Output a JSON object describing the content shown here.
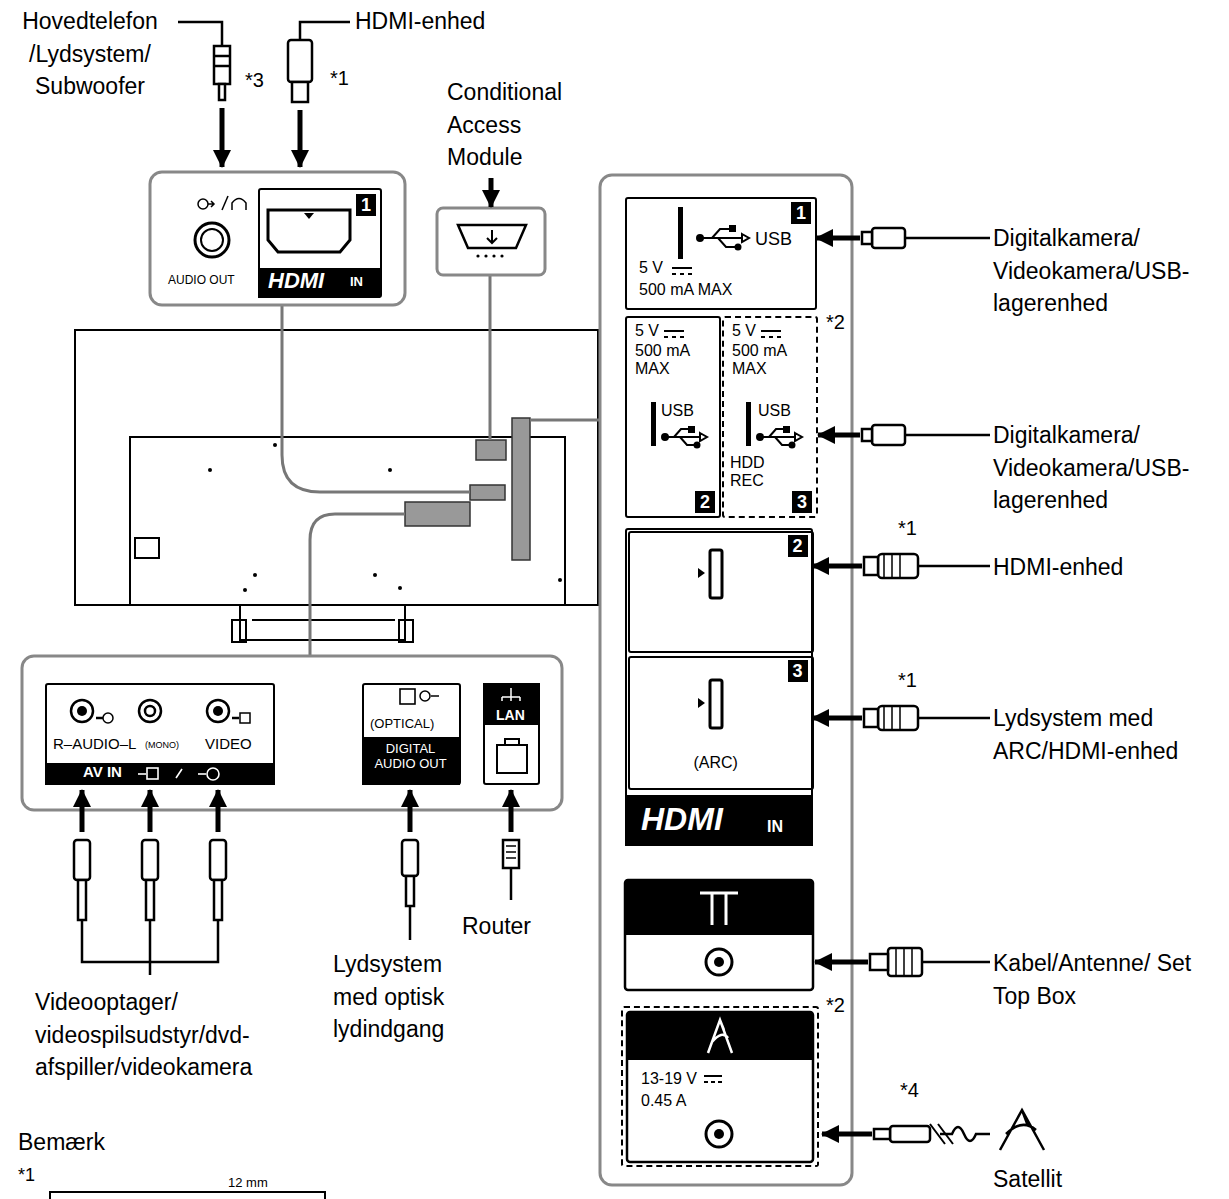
{
  "diagram": {
    "nodes": [
      {
        "text": [
          "1",
          "HDMI",
          "IN"
        ]
      },
      {
        "text": [
          "1",
          "USB",
          "5 V",
          "500 mA MAX"
        ]
      },
      {
        "text": [
          "5 V",
          "500 mA MAX",
          "USB",
          "2"
        ]
      },
      {
        "text": [
          "5 V",
          "500 mA MAX",
          "USB",
          "HDD REC",
          "3"
        ]
      },
      {
        "text": [
          "HDMI",
          "IN"
        ]
      },
      {
        "text": [
          "2"
        ],
        "in": 4
      },
      {
        "text": [
          "3",
          "(ARC)"
        ],
        "in": 4
      },
      {
        "text": [
          "13-19 V",
          "0.45 A"
        ]
      },
      {
        "text": [
          "R–AUDIO–L",
          "(MONO)",
          "VIDEO",
          "AV IN"
        ]
      },
      {
        "text": [
          "(OPTICAL)",
          "DIGITAL AUDIO OUT"
        ]
      },
      {
        "text": [
          "LAN"
        ]
      }
    ],
    "labels": [
      "Hovedtelefon /Lydsystem/ Subwoofer",
      "*3",
      "HDMI-enhed",
      "*1",
      "Conditional Access Module",
      "AUDIO OUT",
      "Digitalkamera/ Videokamera/USB-lagerenhed",
      "*2",
      "Digitalkamera/ Videokamera/USB-lagerenhed",
      "*1",
      "HDMI-enhed",
      "*1",
      "Lydsystem med ARC/HDMI-enhed",
      "Kabel/Antenne/ Set Top Box",
      "*2",
      "*4",
      "Satellit",
      "Videooptager/ videospilsudstyr/dvd-afspiller/videokamera",
      "Lydsystem med optisk lydindgang",
      "Router",
      "Bemærk",
      "*1",
      "12 mm"
    ]
  }
}
